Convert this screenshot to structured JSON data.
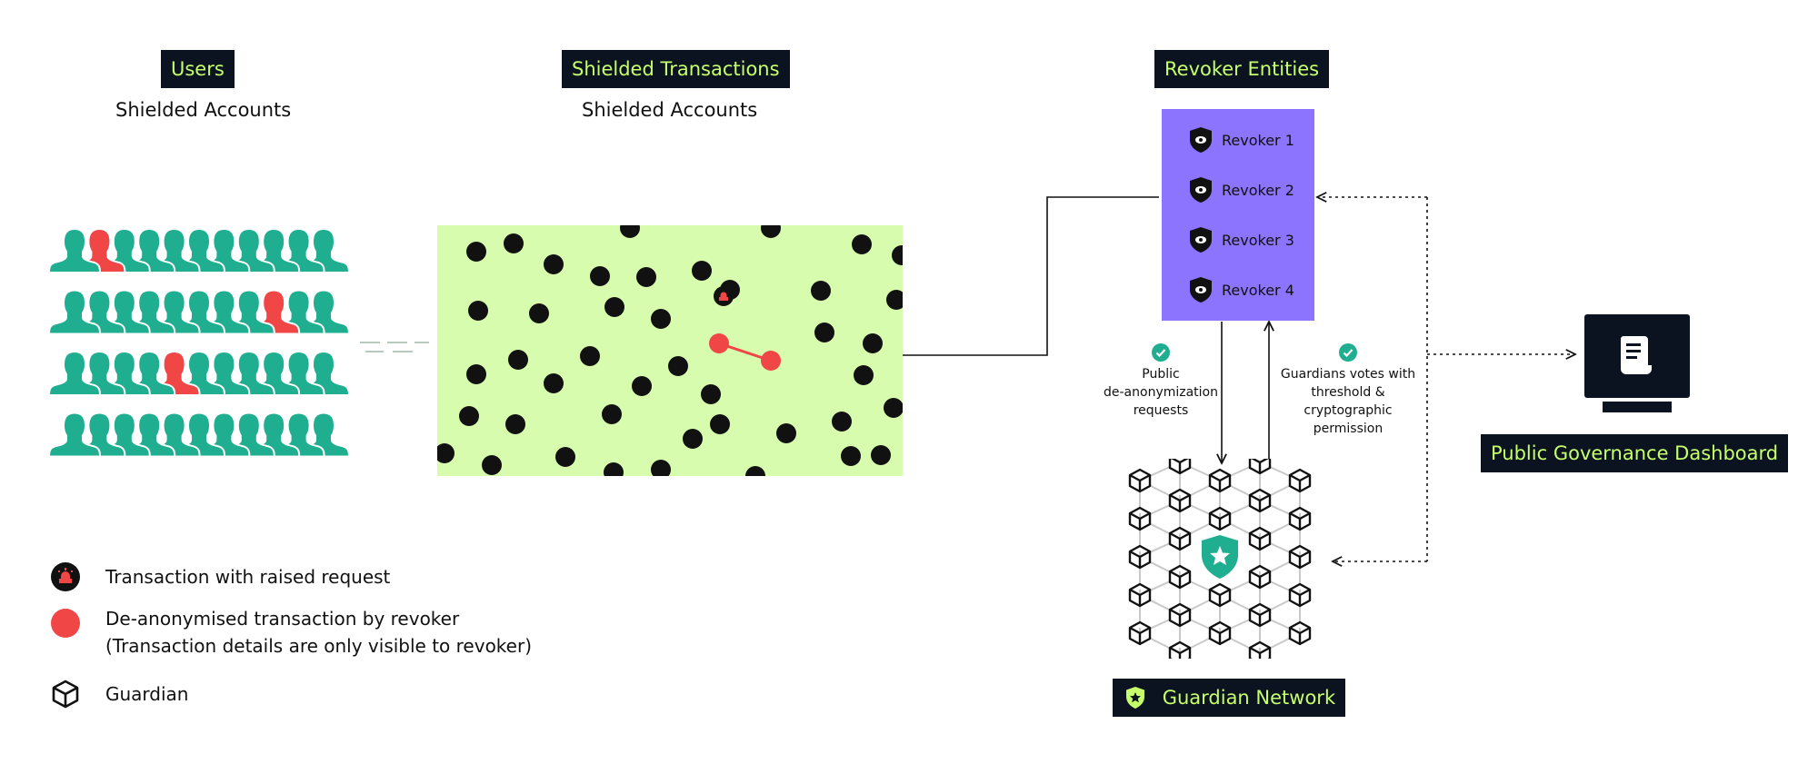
{
  "users": {
    "title": "Users",
    "subtitle": "Shielded Accounts"
  },
  "transactions": {
    "title": "Shielded Transactions",
    "subtitle": "Shielded Accounts"
  },
  "revokers": {
    "title": "Revoker Entities",
    "items": [
      {
        "label": "Revoker 1"
      },
      {
        "label": "Revoker 2"
      },
      {
        "label": "Revoker 3"
      },
      {
        "label": "Revoker 4"
      }
    ],
    "color": "#8c74ff"
  },
  "flow": {
    "public_requests": [
      "Public",
      "de-anonymization",
      "requests"
    ],
    "guardian_votes": [
      "Guardians votes with",
      "threshold & cryptographic",
      "permission"
    ]
  },
  "guardian_network": {
    "title": "Guardian Network"
  },
  "dashboard": {
    "title": "Public Governance Dashboard"
  },
  "legend": [
    {
      "icon": "alarm-dot-icon",
      "text": "Transaction with raised request"
    },
    {
      "icon": "red-dot-icon",
      "lines": [
        "De-anonymised transaction by revoker",
        "(Transaction details are only visible to revoker)"
      ]
    },
    {
      "icon": "cube-icon",
      "text": "Guardian"
    }
  ],
  "colors": {
    "user": "#1fae8f",
    "user_flagged": "#f04646",
    "tag_bg": "#0b1220",
    "tag_text": "#c7ff6b",
    "tx_panel": "#d7fcae",
    "guardian_shield": "#1fae8f"
  }
}
